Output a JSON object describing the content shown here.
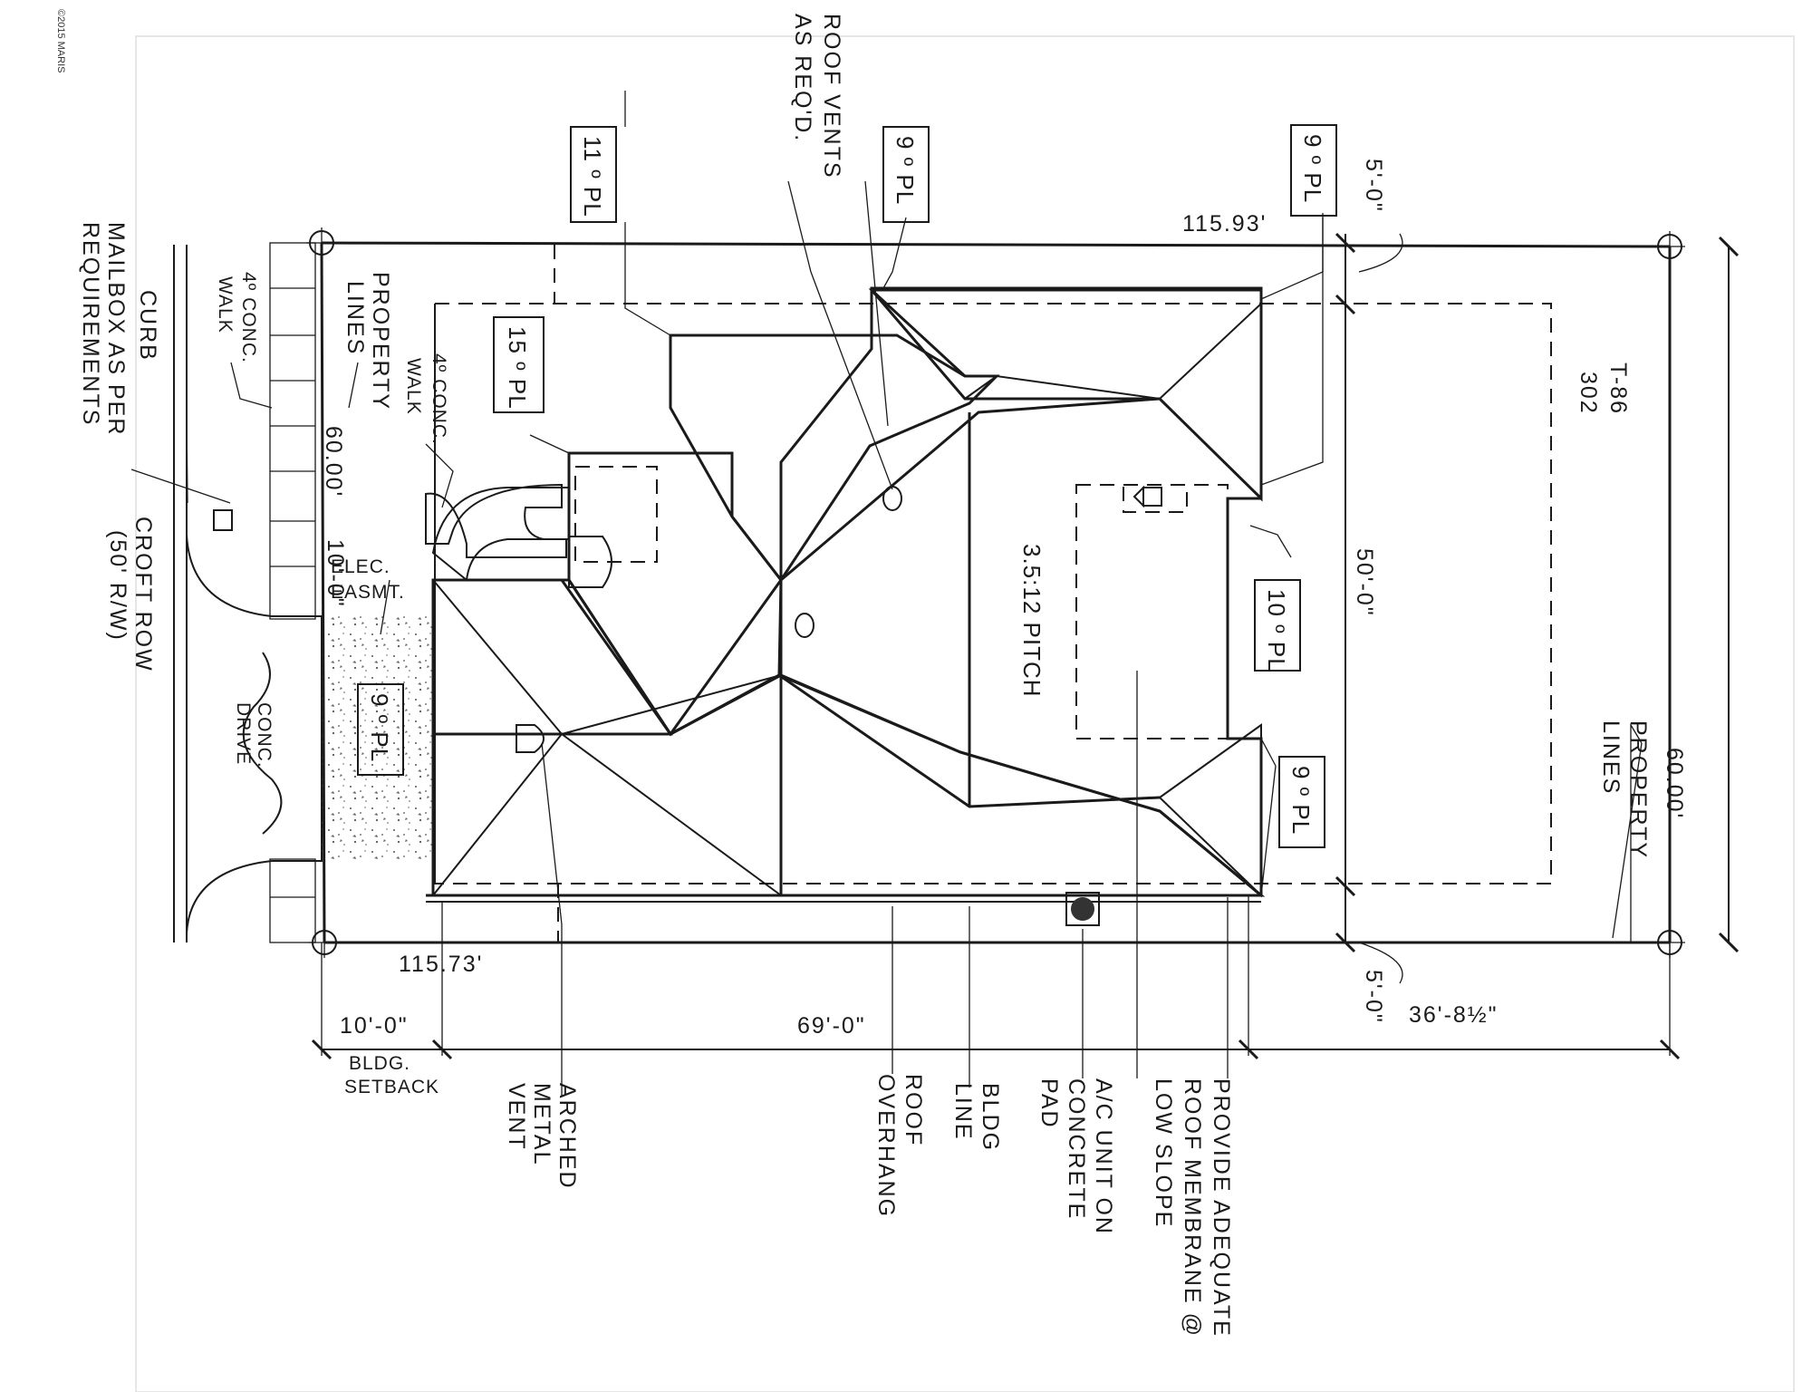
{
  "watermark": "©2015 MARIS",
  "street": {
    "name": "CROFT ROW",
    "row": "(50' R/W)"
  },
  "lot": {
    "id": "T-86",
    "number": "302"
  },
  "dimensions": {
    "top_line": "115.93'",
    "bottom_line": "115.73'",
    "front_width": "60.00'",
    "rear_width": "60.00'",
    "house_width": "50'-0\"",
    "side_setback_top": "5'-0\"",
    "side_setback_bottom": "5'-0\"",
    "bldg_setback_dim": "10'-0\"",
    "house_depth": "69'-0\"",
    "rear_yard": "36'-8½\"",
    "front_walk_dim": "10'-0\""
  },
  "plate_heights": {
    "p1": "11 º PL",
    "p2": "9 º PL",
    "p3": "15 º PL",
    "p4": "9 º PL",
    "p5": "10 º PL",
    "p6": "9 º PL",
    "p7": "9 º PL"
  },
  "roof_pitch": "3.5:12 PITCH",
  "labels": {
    "curb": "CURB",
    "mailbox": [
      "MAILBOX AS PER",
      "REQUIREMENTS"
    ],
    "conc_walk_left": [
      "4º CONC.",
      "WALK"
    ],
    "property_lines_left": [
      "PROPERTY",
      "LINES"
    ],
    "conc_walk_mid": [
      "4º CONC.",
      "WALK"
    ],
    "elec_easmt": [
      "ELEC.",
      "EASMT."
    ],
    "conc_drive": [
      "CONC.",
      "DRIVE"
    ],
    "roof_vents": [
      "ROOF VENTS",
      "AS REQ'D."
    ],
    "property_lines_right": [
      "PROPERTY",
      "LINES"
    ],
    "bldg_setback": [
      "BLDG.",
      "SETBACK"
    ],
    "arched_vent": [
      "ARCHED",
      "METAL",
      "VENT"
    ],
    "roof_overhang": [
      "ROOF",
      "OVERHANG"
    ],
    "bldg_line": [
      "BLDG",
      "LINE"
    ],
    "ac_unit": [
      "A/C UNIT ON",
      "CONCRETE",
      "PAD"
    ],
    "membrane": [
      "PROVIDE ADEQUATE",
      "ROOF MEMBRANE @",
      "LOW SLOPE"
    ]
  }
}
